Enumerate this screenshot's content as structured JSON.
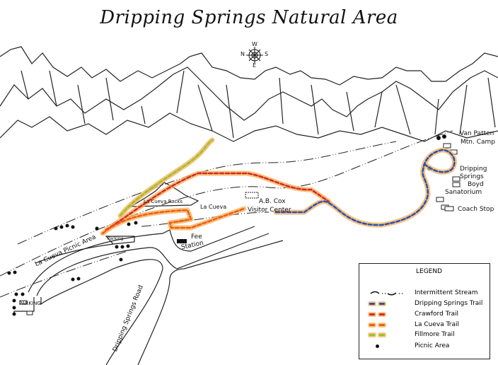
{
  "title": "Dripping Springs Natural Area",
  "compass": {
    "top": "W",
    "left": "N",
    "right": "S",
    "bottom": "E"
  },
  "labels": {
    "van_patten": "Van Patten",
    "mtn_camp": "Mtn. Camp",
    "dripping": "Dripping",
    "springs": "Springs",
    "boyd": "Boyd",
    "sanatorium": "Sanatorium",
    "coach_stop": "Coach Stop",
    "la_cueva_rocks": "La Cueva Rocks",
    "la_cueva": "La Cueva",
    "ab_cox": "A.B. Cox",
    "visitor_center": "Visitor Center",
    "fee": "Fee",
    "station": "Station",
    "parking_small": "Parking",
    "picnic_area": "La Cueva Picnic Area",
    "parking": "PARKING",
    "road": "Dripping Springs Road"
  },
  "legend": {
    "title": "LEGEND",
    "items": [
      {
        "label": "Intermittent Stream",
        "type": "stream"
      },
      {
        "label": "Dripping Springs Trail",
        "color": "#2a4fc0"
      },
      {
        "label": "Crawford Trail",
        "color": "#d8262a"
      },
      {
        "label": "La Cueva Trail",
        "color": "#f05a1a"
      },
      {
        "label": "Fillmore Trail",
        "color": "#9cbf2a"
      },
      {
        "label": "Picnic Area",
        "type": "dot"
      }
    ]
  },
  "colors": {
    "halo": "#f5b55a",
    "dripping": "#2a4fc0",
    "crawford": "#d8262a",
    "lacueva": "#f05a1a",
    "fillmore": "#9cbf2a"
  }
}
